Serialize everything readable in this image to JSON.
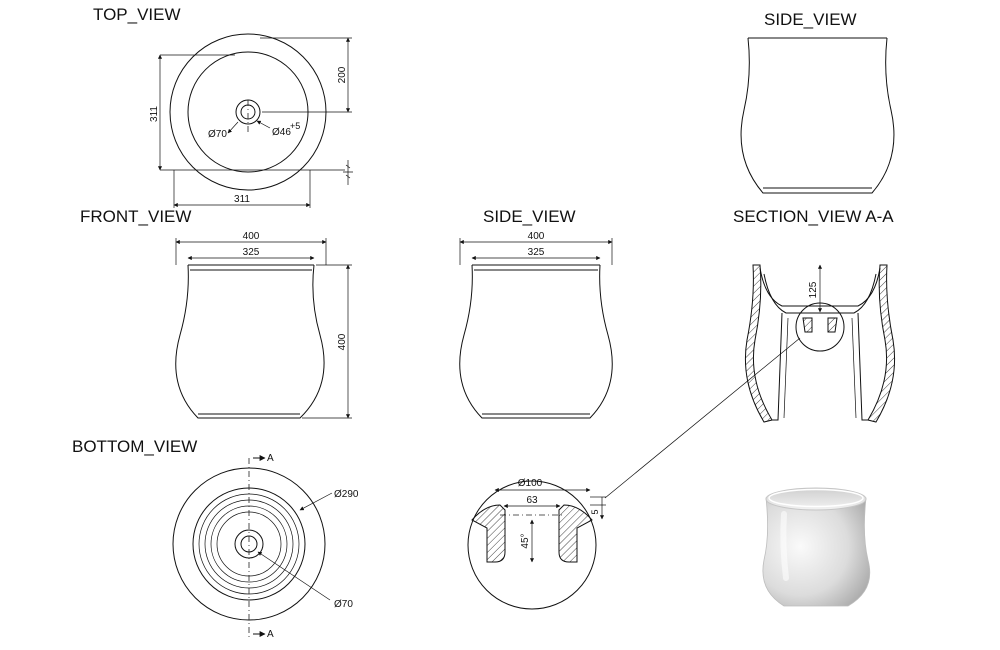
{
  "views": {
    "top": "TOP_VIEW",
    "side_top": "SIDE_VIEW",
    "front": "FRONT_VIEW",
    "side": "SIDE_VIEW",
    "section": "SECTION_VIEW  A-A",
    "bottom": "BOTTOM_VIEW"
  },
  "dims": {
    "top_height": "311",
    "top_width": "311",
    "top_200": "200",
    "top_d70": "Ø70",
    "top_d46": "Ø46",
    "top_d46_tol": "+5",
    "front_400": "400",
    "front_325": "325",
    "front_h400": "400",
    "side_400": "400",
    "side_325": "325",
    "section_125": "125",
    "bottom_d290": "Ø290",
    "bottom_d70": "Ø70",
    "bottom_a_top": "A",
    "bottom_a_bottom": "A",
    "detail_d100": "Ø100",
    "detail_63": "63",
    "detail_45": "45°",
    "detail_5": "5"
  },
  "colors": {
    "line": "#111111",
    "product_body": "#e4e4e4",
    "background": "#ffffff"
  }
}
